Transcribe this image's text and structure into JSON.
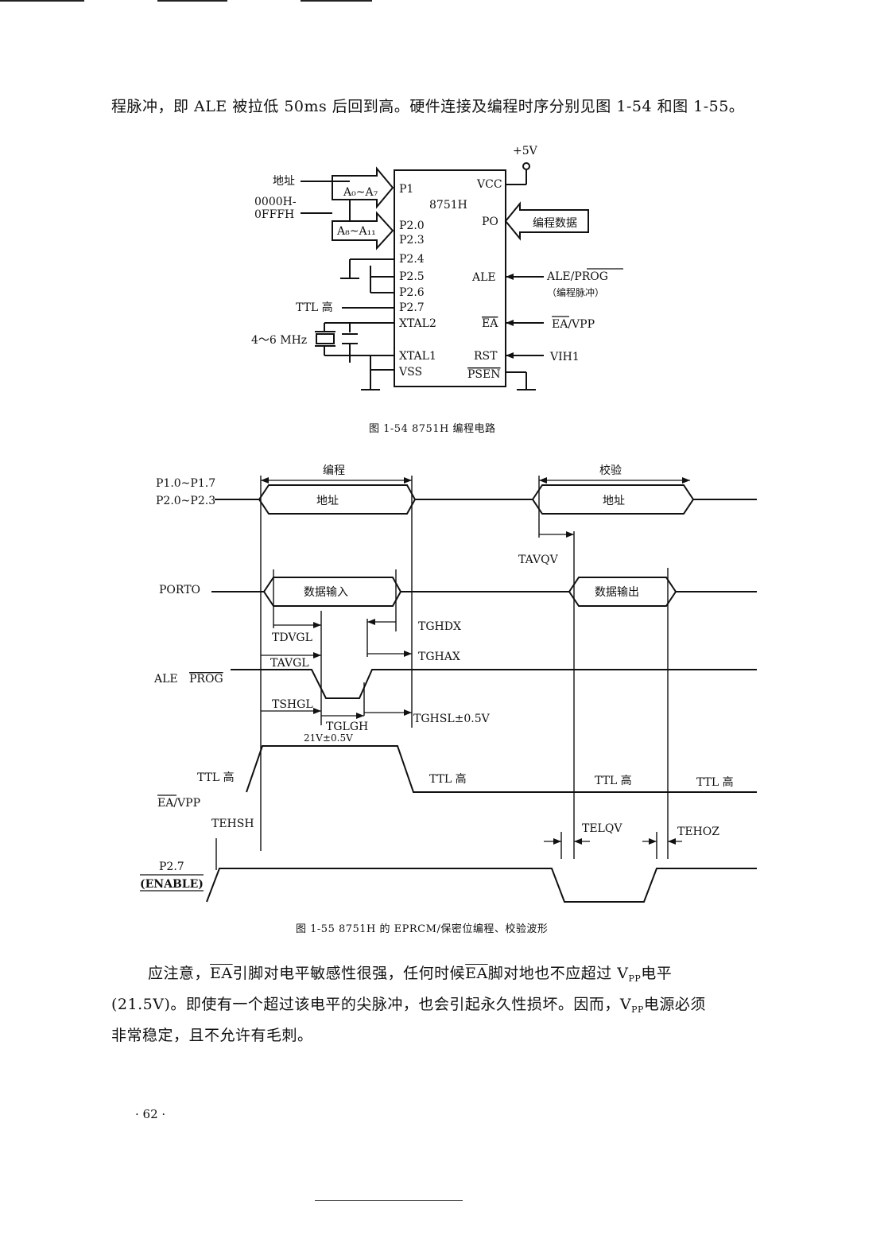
{
  "para_top": "程脉冲，即 ALE 被拉低 50ms 后回到高。硬件连接及编程时序分别见图 1-54 和图 1-55。",
  "fig54": {
    "caption": "图 1-54    8751H 编程电路",
    "chip": "8751H",
    "vplus": "+5V",
    "addr_in": "地址",
    "addr_range_1": "0000H-",
    "addr_range_2": "0FFFH",
    "a_low": "A₀~A₇",
    "a_high": "A₈~A₁₁",
    "p1": "P1",
    "p20": "P2.0",
    "p23": "P2.3",
    "p24": "P2.4",
    "p25": "P2.5",
    "p26": "P2.6",
    "p27": "P2.7",
    "xtal2": "XTAL2",
    "xtal1": "XTAL1",
    "vss": "VSS",
    "vcc": "VCC",
    "po": "PO",
    "ale": "ALE",
    "ea": "EA",
    "rst": "RST",
    "psen": "PSEN",
    "prog_data": "编程数据",
    "ale_prog": "ALE/PROG",
    "prog_pulse": "（编程脉冲）",
    "ea_vpp": "EA/VPP",
    "vih1": "VIH1",
    "ttl_high": "TTL 高",
    "freq": "4～6 MHz"
  },
  "fig55": {
    "caption": "图 1-55    8751H 的 EPRCM/保密位编程、校验波形",
    "label_prog": "编程",
    "label_verify": "校验",
    "sig_p1": "P1.0~P1.7",
    "sig_p2": "P2.0~P2.3",
    "addr": "地址",
    "sig_port": "PORTO",
    "data_in": "数据输入",
    "data_out": "数据输出",
    "sig_ale": "ALE",
    "sig_prog": "PROG",
    "sig_ea": "EA/VPP",
    "sig_p27": "P2.7",
    "sig_enable": "(ENABLE)",
    "tavqv": "TAVQV",
    "tdvgl": "TDVGL",
    "tghdx": "TGHDX",
    "tavgl": "TAVGL",
    "tghax": "TGHAX",
    "tshgl": "TSHGL",
    "tglgh": "TGLGH",
    "tghsl": "TGHSL±0.5V",
    "v21": "21V±0.5V",
    "ttl_high": "TTL 高",
    "tehsh": "TEHSH",
    "telqv": "TELQV",
    "tehoz": "TEHOZ"
  },
  "para_bottom": {
    "l1a": "应注意，",
    "ea1": "EA",
    "l1b": "引脚对电平敏感性很强，任何时候",
    "ea2": "EA",
    "l1c": "脚对地也不应超过 V",
    "pp1": "PP",
    "l1d": "电平",
    "l2a": "(21.5V)。即使有一个超过该电平的尖脉冲，也会引起永久性损坏。因而，V",
    "pp2": "PP",
    "l2b": "电源必须",
    "l3": "非常稳定，且不允许有毛刺。"
  },
  "page_number": "· 62 ·"
}
